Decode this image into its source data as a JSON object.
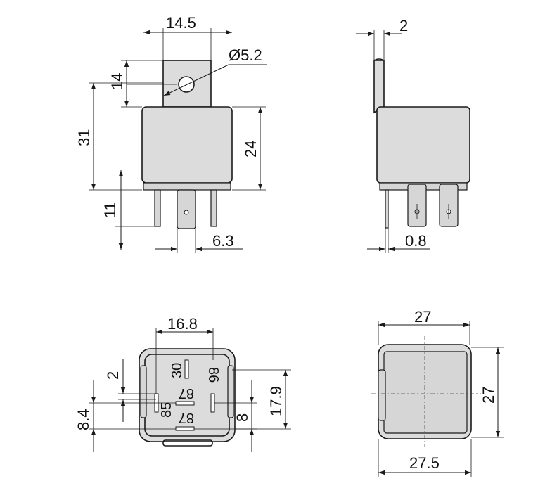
{
  "dimensions": {
    "front": {
      "bracket_width": "14.5",
      "hole_diameter": "Ø5.2",
      "bracket_height": "14",
      "overall_height": "31",
      "body_height": "24",
      "pin_length": "11",
      "pin_width": "6.3"
    },
    "side": {
      "bracket_thickness": "2",
      "pin_thickness": "0.8"
    },
    "bottom": {
      "pin_spacing_top": "16.8",
      "offset_small": "2",
      "spacing_left": "8.4",
      "spacing_right_inner": "8",
      "spacing_right_outer": "17.9"
    },
    "top": {
      "width_top": "27",
      "height": "27",
      "width_bottom": "27.5"
    }
  },
  "pin_labels": {
    "p30": "30",
    "p86": "86",
    "p87_center": "87",
    "p85": "85",
    "p87_bottom": "87"
  }
}
